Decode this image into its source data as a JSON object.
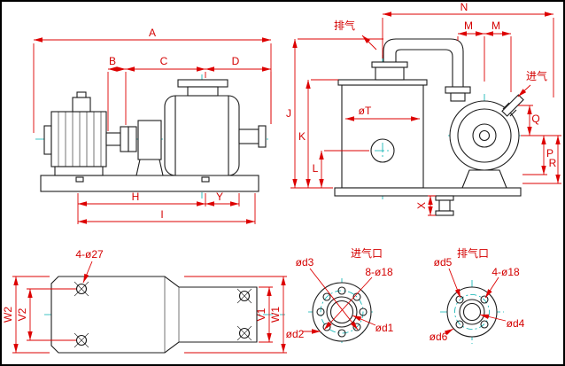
{
  "colors": {
    "dimension_red": "#dd0000",
    "drawing_black": "#1c1c1c",
    "centerline_cyan": "#00b0b0",
    "background": "#ffffff"
  },
  "side_view": {
    "dim_a": "A",
    "dim_b": "B",
    "dim_c": "C",
    "dim_d": "D",
    "dim_h": "H",
    "dim_y": "Y",
    "dim_i": "I"
  },
  "front_view": {
    "exhaust_label": "排气",
    "intake_label": "进气",
    "dim_n": "N",
    "dim_m1": "M",
    "dim_m2": "M",
    "dim_j": "J",
    "dim_k": "K",
    "dim_l": "L",
    "tank_diameter": "øT",
    "dim_q": "Q",
    "dim_p": "P",
    "dim_r": "R",
    "dim_x": "X"
  },
  "plan_view": {
    "bolt_note": "4-ø27",
    "dim_w2": "W2",
    "dim_v2": "V2",
    "dim_v1": "V1",
    "dim_w1": "W1"
  },
  "intake_flange": {
    "title": "进气口",
    "dim_d3": "ød3",
    "bolt_note": "8-ø18",
    "dim_d2": "ød2",
    "dim_d1": "ød1"
  },
  "exhaust_flange": {
    "title": "排气口",
    "dim_d5": "ød5",
    "bolt_note": "4-ø18",
    "dim_d6": "ød6",
    "dim_d4": "ød4"
  }
}
